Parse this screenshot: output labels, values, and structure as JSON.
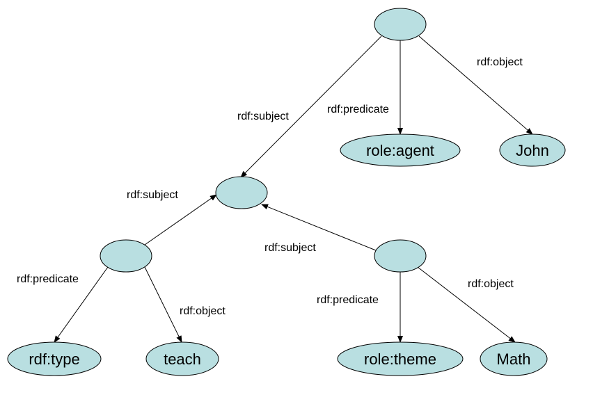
{
  "nodes": {
    "top_statement": "",
    "role_agent": "role:agent",
    "john": "John",
    "middle_statement": "",
    "left_statement": "",
    "right_statement": "",
    "rdf_type": "rdf:type",
    "teach": "teach",
    "role_theme": "role:theme",
    "math": "Math"
  },
  "edges": {
    "top_subject": "rdf:subject",
    "top_predicate": "rdf:predicate",
    "top_object": "rdf:object",
    "left_subject": "rdf:subject",
    "right_subject": "rdf:subject",
    "left_predicate": "rdf:predicate",
    "left_object": "rdf:object",
    "right_predicate": "rdf:predicate",
    "right_object": "rdf:object"
  },
  "colors": {
    "node_fill": "#b9dfe1",
    "stroke": "#000000"
  }
}
